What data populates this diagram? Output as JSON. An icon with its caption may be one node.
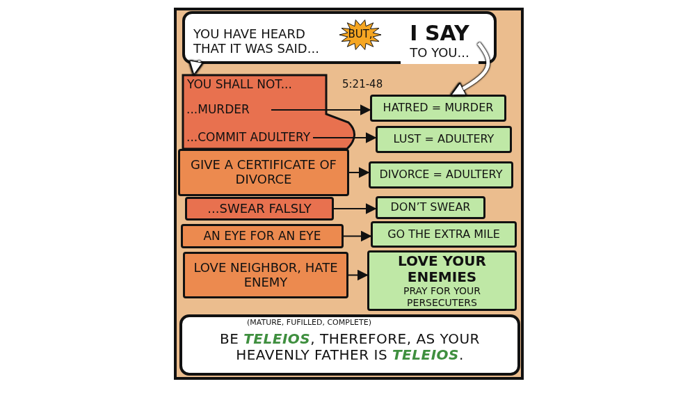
{
  "diagram": {
    "nodes": [
      {
        "text": [],
        "shape": "box"
      },
      {
        "text": [
          "YOU HAVE HEARD THAT IT WAS SAID..."
        ],
        "in": 0
      },
      {
        "text": [
          "BUT,"
        ],
        "in": 0
      },
      {
        "text": [
          "I SAY",
          "TO YOU..."
        ],
        "in": 0
      },
      {
        "text": [
          "YOU SHALL NOT..."
        ]
      },
      {
        "text": [
          "...MURDER"
        ],
        "in": 4
      },
      {
        "text": [
          "...COMMIT ADULTERY"
        ],
        "in": 4
      },
      {
        "text": [
          "GIVE A CERTIFICATE OF DIVORCE"
        ]
      },
      {
        "text": [
          "...SWEAR FALSLY"
        ]
      },
      {
        "text": [
          "AN EYE FOR AN EYE"
        ]
      },
      {
        "text": [
          "LOVE NEIGHBOR, HATE ENEMY"
        ]
      },
      {
        "text": [
          "HATRED = MURDER"
        ]
      },
      {
        "text": [
          "LUST = ADULTERY"
        ]
      },
      {
        "text": [
          "DIVORCE = ADULTERY"
        ]
      },
      {
        "text": [
          "DON’T SWEAR"
        ]
      },
      {
        "text": [
          "GO THE EXTRA MILE"
        ]
      },
      {
        "text": [
          "LOVE YOUR ENEMIES",
          "PRAY FOR YOUR PERSECUTERS"
        ]
      },
      {
        "text": [
          "(MATURE, FUFILLED, COMPLETE)",
          "BE *TELEIOS*, THEREFORE, AS YOUR HEAVENLY FATHER IS *TELEIOS*."
        ]
      }
    ],
    "edges": [
      {
        "from": 1,
        "to": 4,
        "arrow": "to",
        "style": "thick",
        "color": "#ffffff"
      },
      {
        "from": 3,
        "to": 11,
        "arrow": "to",
        "style": "thick",
        "color": "#ffffff"
      },
      {
        "from": 5,
        "to": 11,
        "arrow": "to"
      },
      {
        "from": 6,
        "to": 12,
        "arrow": "to"
      },
      {
        "from": 7,
        "to": 13,
        "arrow": "to"
      },
      {
        "from": 8,
        "to": 14,
        "arrow": "to"
      },
      {
        "from": 9,
        "to": 15,
        "arrow": "to"
      },
      {
        "from": 10,
        "to": 16,
        "arrow": "to"
      }
    ],
    "labels": [
      "5:21-48"
    ]
  }
}
